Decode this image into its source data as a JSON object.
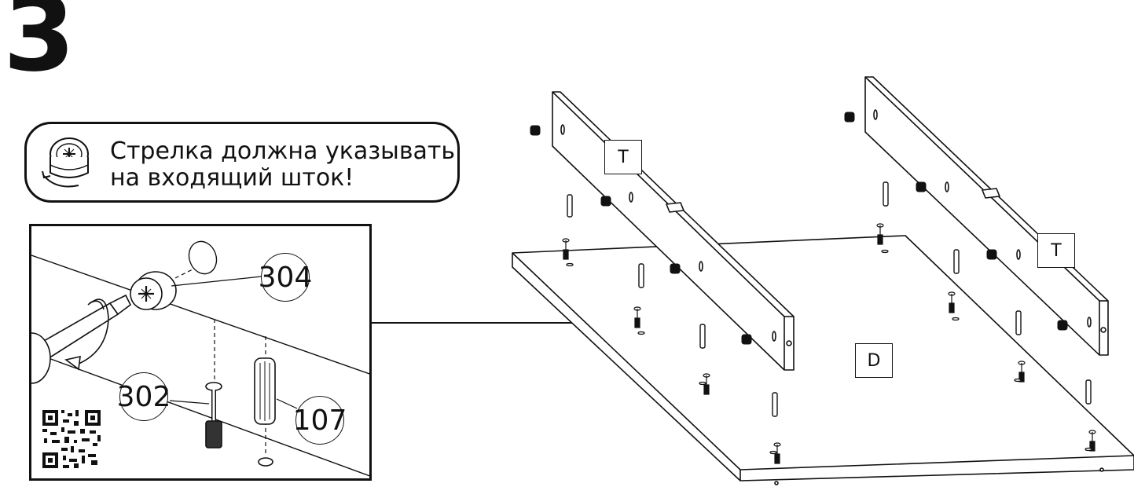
{
  "step": {
    "number": "3"
  },
  "tip": {
    "line1": "Стрелка должна указывать",
    "line2": "на входящий шток!",
    "icon": "cam-lock-arrow-icon"
  },
  "detail": {
    "callouts": {
      "cam_lock": "304",
      "cam_bolt": "302",
      "dowel": "107"
    },
    "icons": [
      "screwdriver-icon",
      "rotate-arrow-icon",
      "qr-code"
    ]
  },
  "panels": {
    "top_left": "T",
    "top_right": "T",
    "bottom": "D"
  }
}
